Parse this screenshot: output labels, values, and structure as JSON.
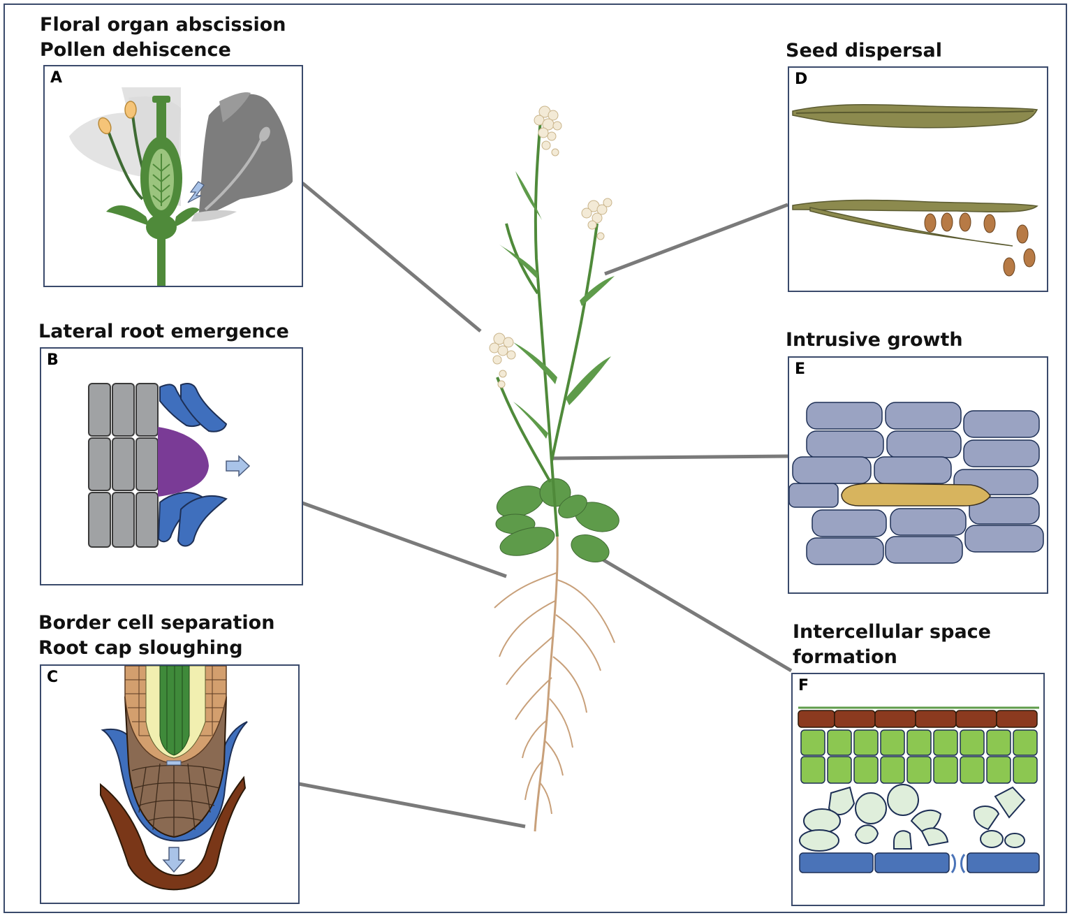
{
  "panels": {
    "A": {
      "letter": "A",
      "title_line1": "Floral organ abscission",
      "title_line2": "Pollen dehiscence"
    },
    "B": {
      "letter": "B",
      "title_line1": "Lateral root emergence"
    },
    "C": {
      "letter": "C",
      "title_line1": "Border cell separation",
      "title_line2": "Root cap sloughing"
    },
    "D": {
      "letter": "D",
      "title_line1": "Seed dispersal"
    },
    "E": {
      "letter": "E",
      "title_line1": "Intrusive growth"
    },
    "F": {
      "letter": "F",
      "title_line1": "Intercellular space",
      "title_line2": "formation"
    }
  },
  "colors": {
    "frame": "#3a4a6b",
    "connector": "#7a7a7a",
    "stem_green": "#4f8a3a",
    "leaf_green": "#5e9b4a",
    "root_tan": "#c8a07a",
    "flower_cream": "#f3ead6",
    "cell_grey": "#a0a2a4",
    "cell_blue": "#3f6fbd",
    "primordium_purple": "#7a3b96",
    "arrow_blue": "#a9c3e8",
    "silique_olive": "#8c8a4e",
    "seed_brown": "#b77a45",
    "intrusive_cell": "#9aa3c2",
    "fiber_gold": "#d7b45e",
    "epidermis_brown": "#8b3a1f",
    "palisade_green": "#8cc751",
    "spongy_pale": "#dfeedb",
    "lower_epi_blue": "#4a73b8"
  }
}
